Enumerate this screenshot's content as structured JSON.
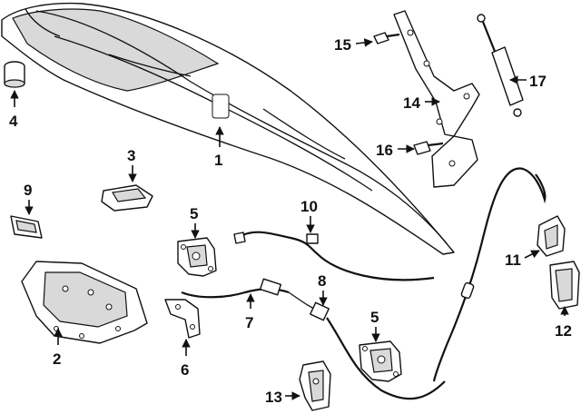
{
  "diagram": {
    "callouts": {
      "c1": "1",
      "c2": "2",
      "c3": "3",
      "c4": "4",
      "c5a": "5",
      "c5b": "5",
      "c6": "6",
      "c7": "7",
      "c8": "8",
      "c9": "9",
      "c10": "10",
      "c11": "11",
      "c12": "12",
      "c13": "13",
      "c14": "14",
      "c15": "15",
      "c16": "16",
      "c17": "17"
    },
    "colors": {
      "line": "#111111",
      "shade": "#d9d9d9",
      "background": "#ffffff"
    }
  }
}
